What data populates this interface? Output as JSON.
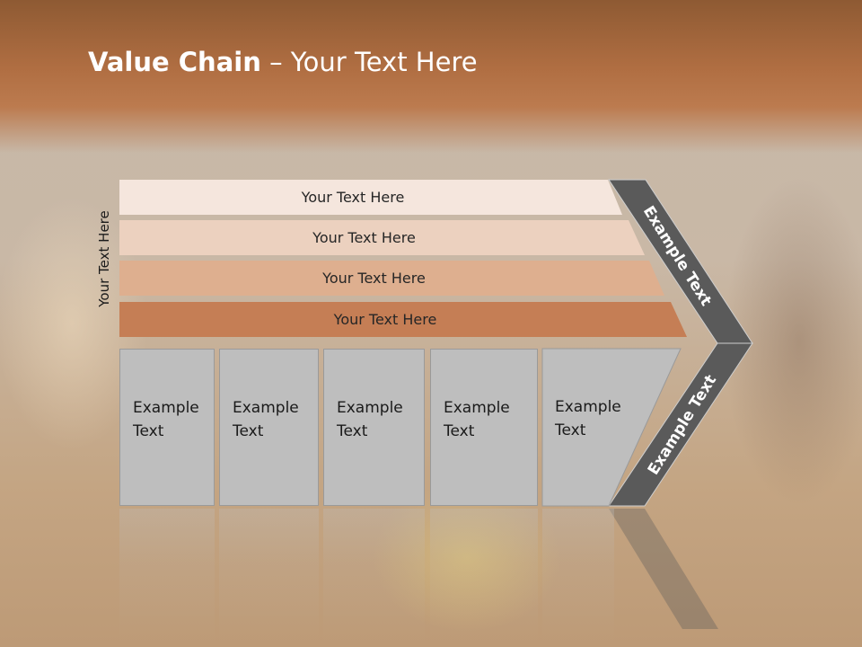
{
  "title": {
    "bold": "Value Chain",
    "rest": " – Your Text Here"
  },
  "vertical_label": "Your Text Here",
  "bars": [
    {
      "text": "Your Text Here",
      "color": "#f5e6dd"
    },
    {
      "text": "Your Text Here",
      "color": "#ecd1bf"
    },
    {
      "text": "Your Text Here",
      "color": "#deaf8f"
    },
    {
      "text": "Your Text Here",
      "color": "#c57e55"
    }
  ],
  "boxes": [
    {
      "line1": "Example",
      "line2": "Text"
    },
    {
      "line1": "Example",
      "line2": "Text"
    },
    {
      "line1": "Example",
      "line2": "Text"
    },
    {
      "line1": "Example",
      "line2": "Text"
    },
    {
      "line1": "Example",
      "line2": "Text"
    }
  ],
  "chevron": {
    "top_label": "Example Text",
    "bottom_label": "Example Text",
    "color": "#5a5a5a"
  }
}
